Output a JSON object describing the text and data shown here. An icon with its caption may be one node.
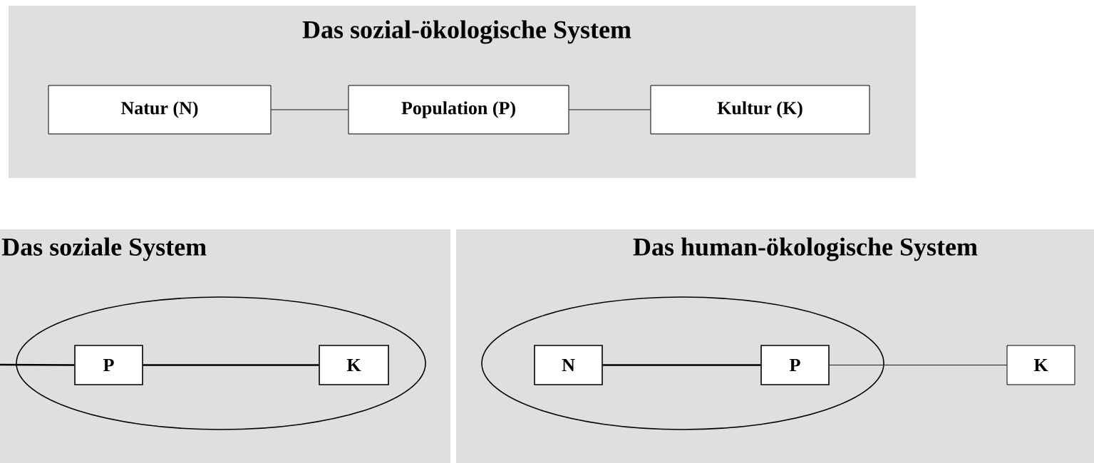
{
  "diagram": {
    "nodes": [
      {
        "text": [
          "Das sozial-ökologische System"
        ]
      },
      {
        "text": [
          "Natur (N)"
        ],
        "in": 0
      },
      {
        "text": [
          "Population (P)"
        ],
        "in": 0
      },
      {
        "text": [
          "Kultur (K)"
        ],
        "in": 0
      },
      {
        "text": [
          "Das soziale System"
        ]
      },
      {
        "text": [],
        "shape": "ellipse",
        "in": 4
      },
      {
        "text": [
          "P"
        ],
        "in": 5
      },
      {
        "text": [
          "K"
        ],
        "in": 5
      },
      {
        "text": [
          "Das human-ökologische System"
        ]
      },
      {
        "text": [],
        "shape": "ellipse",
        "in": 8
      },
      {
        "text": [
          "N"
        ],
        "in": 9
      },
      {
        "text": [
          "P"
        ],
        "in": 9
      },
      {
        "text": [
          "K"
        ],
        "in": 8
      }
    ],
    "edges": [
      {
        "from": 1,
        "to": 2,
        "arrow": "none"
      },
      {
        "from": 2,
        "to": 3,
        "arrow": "none"
      },
      {
        "from": null,
        "to": 6,
        "arrow": "none"
      },
      {
        "from": 6,
        "to": 7,
        "arrow": "none"
      },
      {
        "from": 10,
        "to": 11,
        "arrow": "none"
      },
      {
        "from": 11,
        "to": 12,
        "arrow": "none"
      }
    ]
  }
}
